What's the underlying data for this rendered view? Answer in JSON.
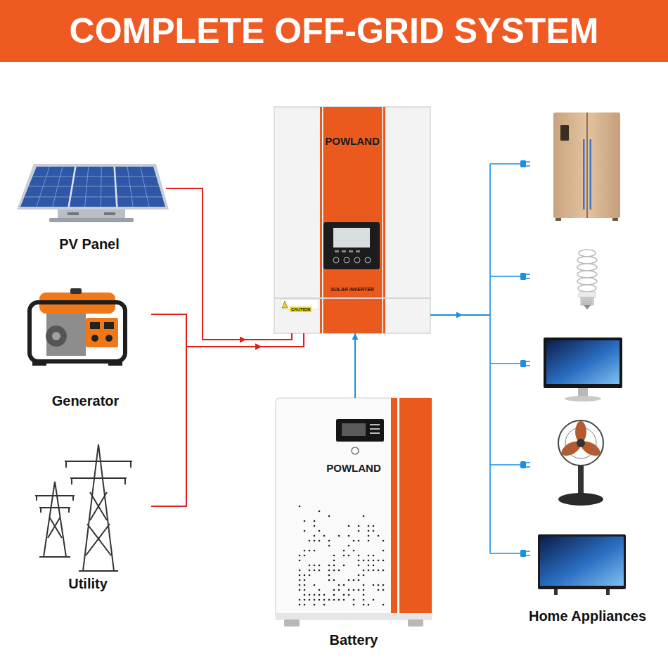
{
  "diagram": {
    "title": "COMPLETE OFF-GRID SYSTEM",
    "nodes": [
      {
        "text": [
          "PV Panel"
        ]
      },
      {
        "text": [
          "Generator"
        ]
      },
      {
        "text": [
          "Utility"
        ]
      },
      {
        "text": [
          "POWLAND",
          "SOLAR INVERTER"
        ]
      },
      {
        "text": [
          "POWLAND",
          "Battery"
        ]
      },
      {
        "text": [
          "Home Appliances"
        ]
      }
    ],
    "edges": [
      {
        "from": 0,
        "to": 3,
        "arrow": "to"
      },
      {
        "from": 1,
        "to": 3,
        "arrow": "to"
      },
      {
        "from": 2,
        "to": 3,
        "arrow": "to"
      },
      {
        "from": 4,
        "to": 3,
        "arrow": "to"
      },
      {
        "from": 3,
        "to": 5,
        "arrow": "to"
      }
    ],
    "labels": [
      "CAUTION"
    ]
  }
}
